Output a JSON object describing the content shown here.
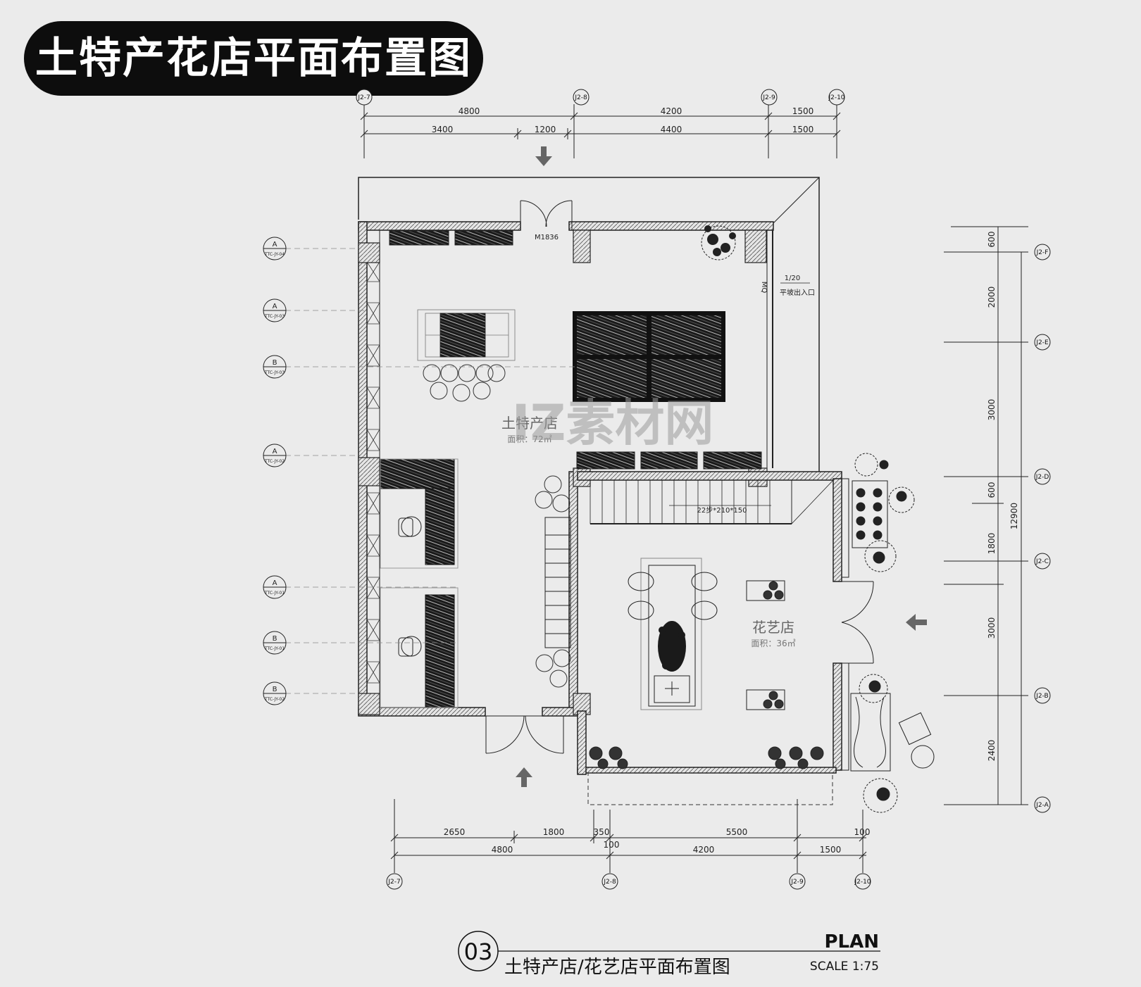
{
  "title": "土特产花店平面布置图",
  "door_label": "M1836",
  "ramp": {
    "ratio": "1/20",
    "label": "平坡出入口"
  },
  "wall_label": "MQ",
  "stair_label": "22步*210*150",
  "watermark": "IZ素材网",
  "rooms": [
    {
      "name": "土特产店",
      "area": "面积：72㎡"
    },
    {
      "name": "花艺店",
      "area": "面积：36㎡"
    }
  ],
  "top_dims": {
    "row1": [
      "4800",
      "4200",
      "1500"
    ],
    "row2": [
      "3400",
      "1200",
      "4400",
      "1500"
    ]
  },
  "bottom_dims": {
    "row1": [
      "2650",
      "1800",
      "350",
      "5500",
      "100"
    ],
    "row2": [
      "4800",
      "100",
      "4200",
      "1500"
    ]
  },
  "right_dims": {
    "segments": [
      "600",
      "2000",
      "3000",
      "600",
      "1800",
      "3000",
      "2400"
    ],
    "total": "12900"
  },
  "top_axes": [
    "J2-7",
    "J2-8",
    "J2-9",
    "J2-10"
  ],
  "bottom_axes": [
    "J2-7",
    "J2-8",
    "J2-9",
    "J2-10"
  ],
  "right_axes": [
    "J2-F",
    "J2-E",
    "J2-D",
    "J2-C",
    "J2-B",
    "J2-A"
  ],
  "elevation_tags": [
    {
      "letter": "A",
      "sheet": "TTC-JY-04"
    },
    {
      "letter": "A",
      "sheet": "TTC-JY-03"
    },
    {
      "letter": "B",
      "sheet": "TTC-JY-03"
    },
    {
      "letter": "A",
      "sheet": "TTC-JY-02"
    },
    {
      "letter": "A",
      "sheet": "TTC-JY-01"
    },
    {
      "letter": "B",
      "sheet": "TTC-JY-01"
    },
    {
      "letter": "B",
      "sheet": "TTC-JY-02"
    }
  ],
  "footer": {
    "number": "03",
    "title": "土特产店/花艺店平面布置图",
    "plan": "PLAN",
    "scale": "SCALE 1:75"
  }
}
